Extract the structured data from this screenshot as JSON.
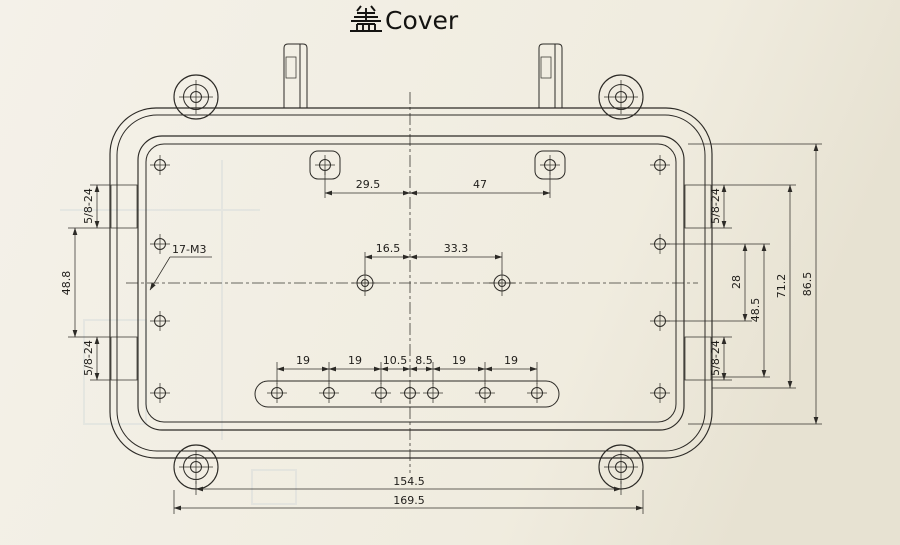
{
  "title": {
    "cjk": "盖",
    "latin": "Cover",
    "full": "盖Cover"
  },
  "annotations": {
    "thread_note": "17-M3"
  },
  "dims": {
    "top": [
      "29.5",
      "47"
    ],
    "mid": [
      "16.5",
      "33.3"
    ],
    "bottom_row": [
      "19",
      "19",
      "10.5",
      "8.5",
      "19",
      "19"
    ],
    "overall": [
      "154.5",
      "169.5"
    ],
    "left": [
      "5/8-24",
      "48.8",
      "5/8-24"
    ],
    "right": [
      "5/8-24",
      "5/8-24",
      "28",
      "48.5",
      "71.2",
      "86.5"
    ]
  },
  "colors": {
    "ink": "#2c2a26",
    "paper": "#f2efe6"
  }
}
